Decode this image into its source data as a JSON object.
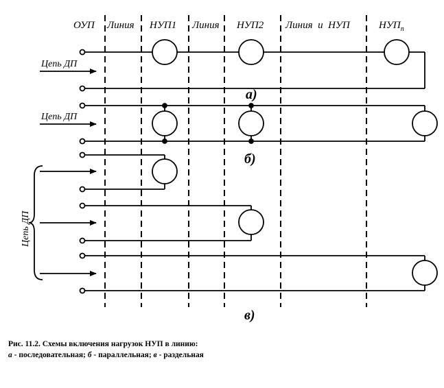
{
  "headers": {
    "oup": "ОУП",
    "line1": "Линия",
    "nup1": "НУП1",
    "line2": "Линия",
    "nup2": "НУП2",
    "line_and_nup": "Линия  и  НУП",
    "nupn_main": "НУП",
    "nupn_sub": "n"
  },
  "labels": {
    "chain_a": "Цепь ДП",
    "chain_b": "Цепь ДП",
    "chain_c": "Цепь ДП"
  },
  "variants": {
    "a": "а)",
    "b": "б)",
    "c": "в)"
  },
  "caption": {
    "title": "Рис. 11.2. Схемы включения нагрузок  НУП в линию:",
    "a_letter": "а",
    "a_text": " - последовательная; ",
    "b_letter": "б",
    "b_text": " - параллельная; ",
    "c_letter": "в",
    "c_text": " - раздельная"
  }
}
